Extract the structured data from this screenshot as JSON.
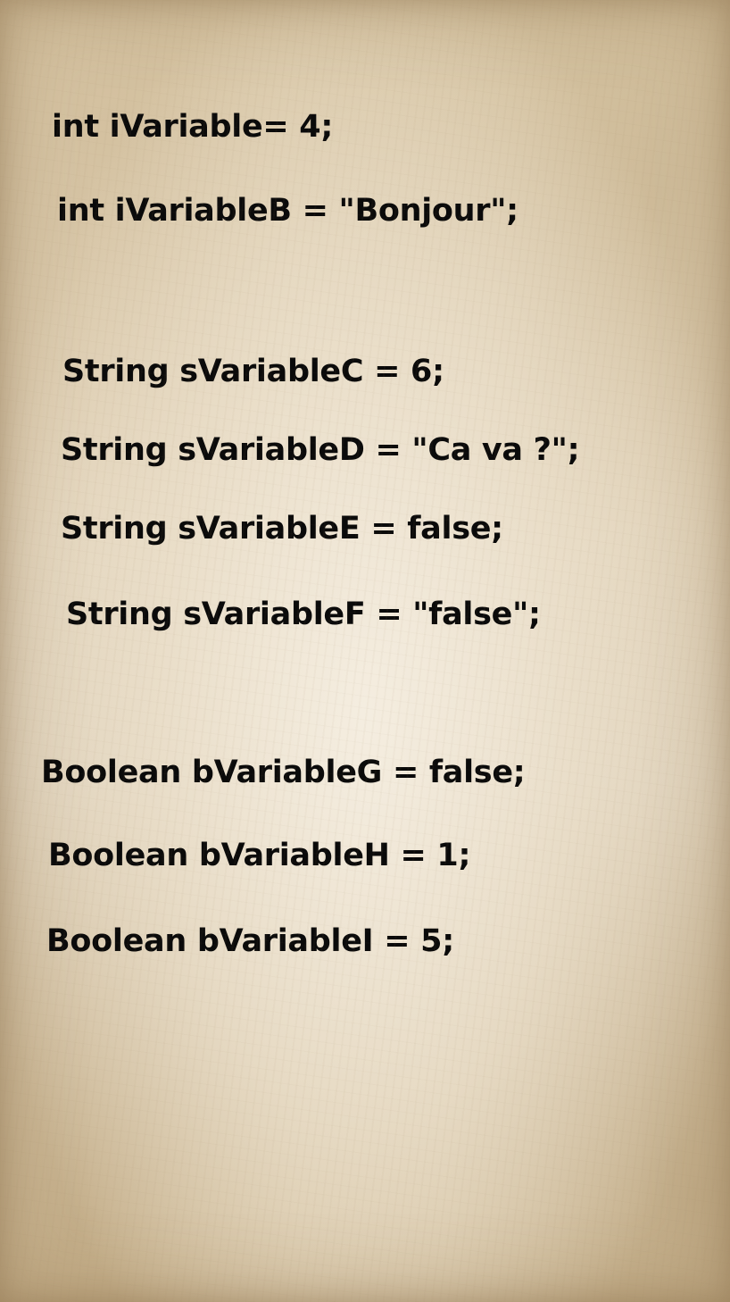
{
  "background": {
    "texture": "aged-parchment",
    "color": "#e6d9c1"
  },
  "text_color": "#0a0a0a",
  "groups": [
    {
      "lines": [
        "int iVariable= 4;",
        "int iVariableB = \"Bonjour\";"
      ]
    },
    {
      "lines": [
        "String sVariableC = 6;",
        "String sVariableD = \"Ca va ?\";",
        "String sVariableE = false;",
        "String sVariableF = \"false\";"
      ]
    },
    {
      "lines": [
        "Boolean bVariableG = false;",
        "Boolean bVariableH = 1;",
        "Boolean bVariableI = 5;"
      ]
    }
  ]
}
